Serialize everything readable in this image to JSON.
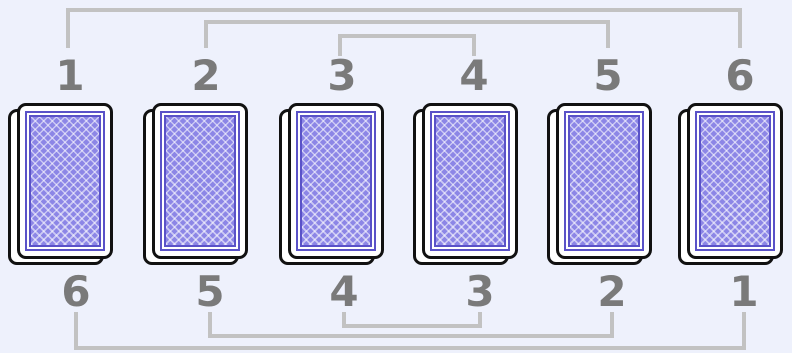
{
  "top_labels": [
    "1",
    "2",
    "3",
    "4",
    "5",
    "6"
  ],
  "bottom_labels": [
    "6",
    "5",
    "4",
    "3",
    "2",
    "1"
  ],
  "pile_count": 6,
  "colors": {
    "background": "#eef1fc",
    "connector": "#c2c2c2",
    "label": "#7a7a7a",
    "card_pattern": "#8c86e6",
    "card_border": "#5a52c8"
  }
}
